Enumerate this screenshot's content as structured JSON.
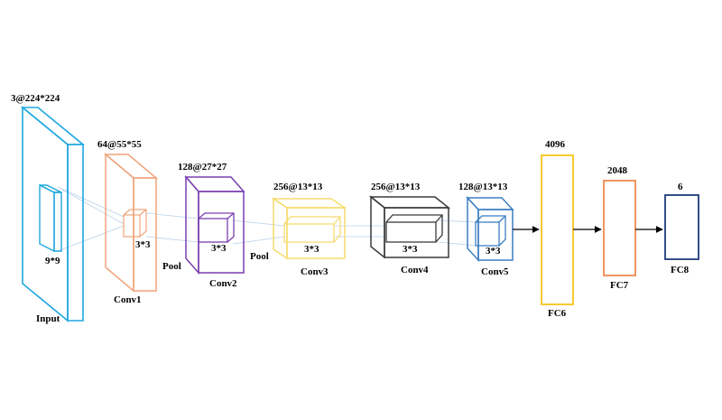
{
  "colors": {
    "input": "#1ea7e0",
    "conv1": "#f0a47a",
    "conv2": "#7a3fb0",
    "conv3": "#f7dc6f",
    "conv4": "#3a3a3a",
    "conv5": "#3b7ec4",
    "fc6": "#f5c518",
    "fc7": "#ee8a4e",
    "fc8": "#1f3a78",
    "connector": "#b8cfe6",
    "arrow": "#000000"
  },
  "layers": {
    "input": {
      "name": "Input",
      "shape": "3@224*224",
      "kernel": "9*9"
    },
    "conv1": {
      "name": "Conv1",
      "shape": "64@55*55",
      "kernel": "3*3"
    },
    "pool1": {
      "name": "Pool"
    },
    "conv2": {
      "name": "Conv2",
      "shape": "128@27*27",
      "kernel": "3*3"
    },
    "pool2": {
      "name": "Pool"
    },
    "conv3": {
      "name": "Conv3",
      "shape": "256@13*13",
      "kernel": "3*3"
    },
    "conv4": {
      "name": "Conv4",
      "shape": "256@13*13",
      "kernel": "3*3"
    },
    "conv5": {
      "name": "Conv5",
      "shape": "128@13*13",
      "kernel": "3*3"
    },
    "fc6": {
      "name": "FC6",
      "size": "4096"
    },
    "fc7": {
      "name": "FC7",
      "size": "2048"
    },
    "fc8": {
      "name": "FC8",
      "size": "6"
    }
  }
}
